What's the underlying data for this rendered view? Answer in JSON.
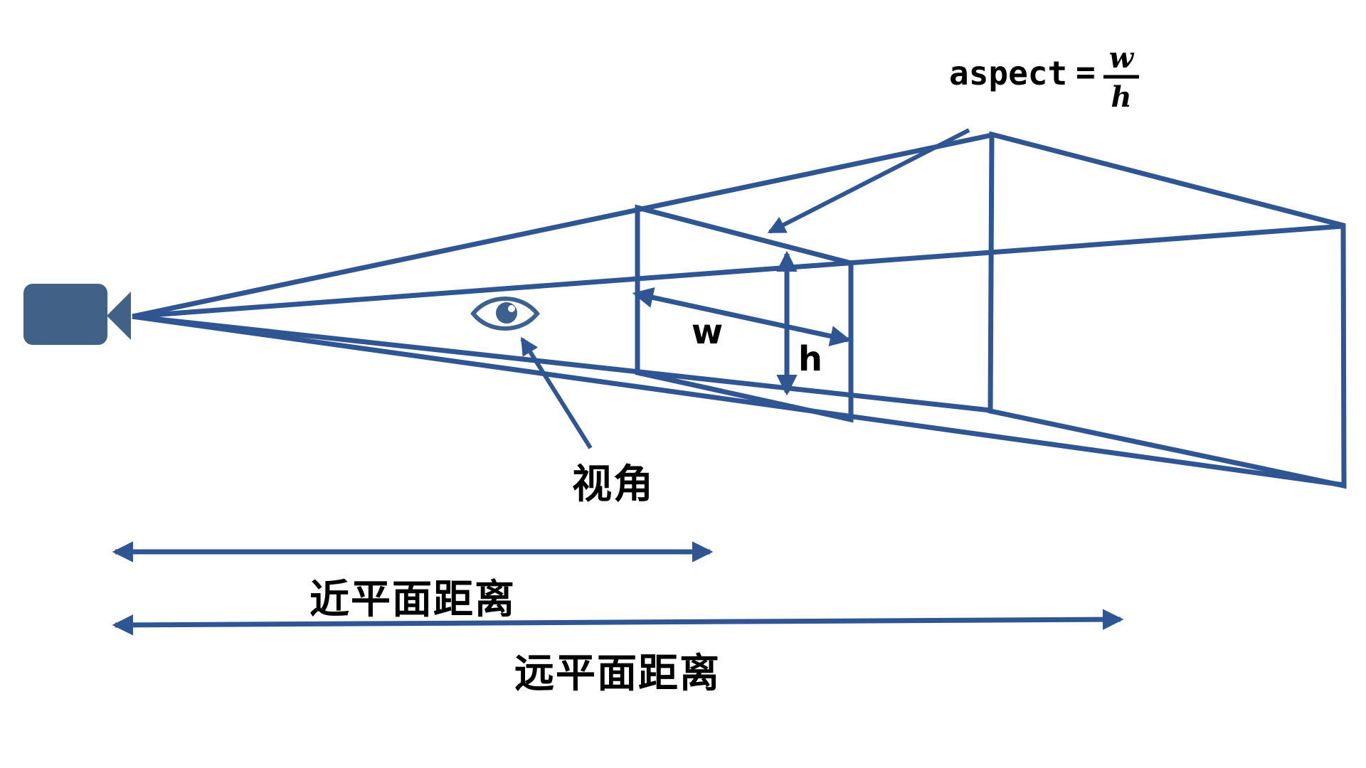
{
  "colors": {
    "line": "#2F5593",
    "camera": "#426186",
    "eye": "#3C618F",
    "label": "#000000",
    "bg": "#FFFFFF"
  },
  "labels": {
    "aspect_lhs": "aspect",
    "aspect_equals": "=",
    "aspect_numerator": "w",
    "aspect_denominator": "h",
    "near_plane_width": "w",
    "near_plane_height": "h",
    "view_angle": "视角",
    "near_plane_distance": "近平面距离",
    "far_plane_distance": "远平面距离"
  }
}
